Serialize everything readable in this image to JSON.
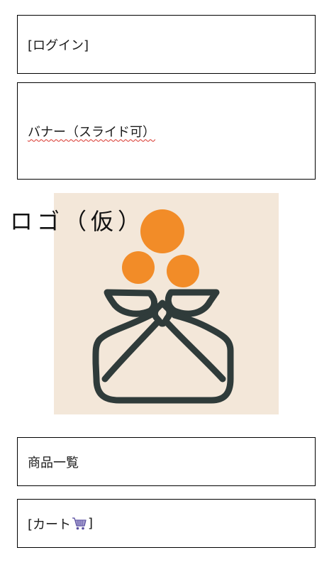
{
  "login": {
    "label": "[ログイン]"
  },
  "banner": {
    "label": "バナー（スライド可）"
  },
  "logo": {
    "label": "ロゴ（仮）",
    "image_description_icon": "furoshiki-bundle-icon",
    "colors": {
      "background": "#f3e7d9",
      "dots": "#f28c28",
      "outline": "#2f3b3a"
    }
  },
  "product_list": {
    "label": "商品一覧"
  },
  "cart": {
    "label_prefix": "[カート",
    "label_suffix": "]",
    "icon": "shopping-cart-icon"
  }
}
